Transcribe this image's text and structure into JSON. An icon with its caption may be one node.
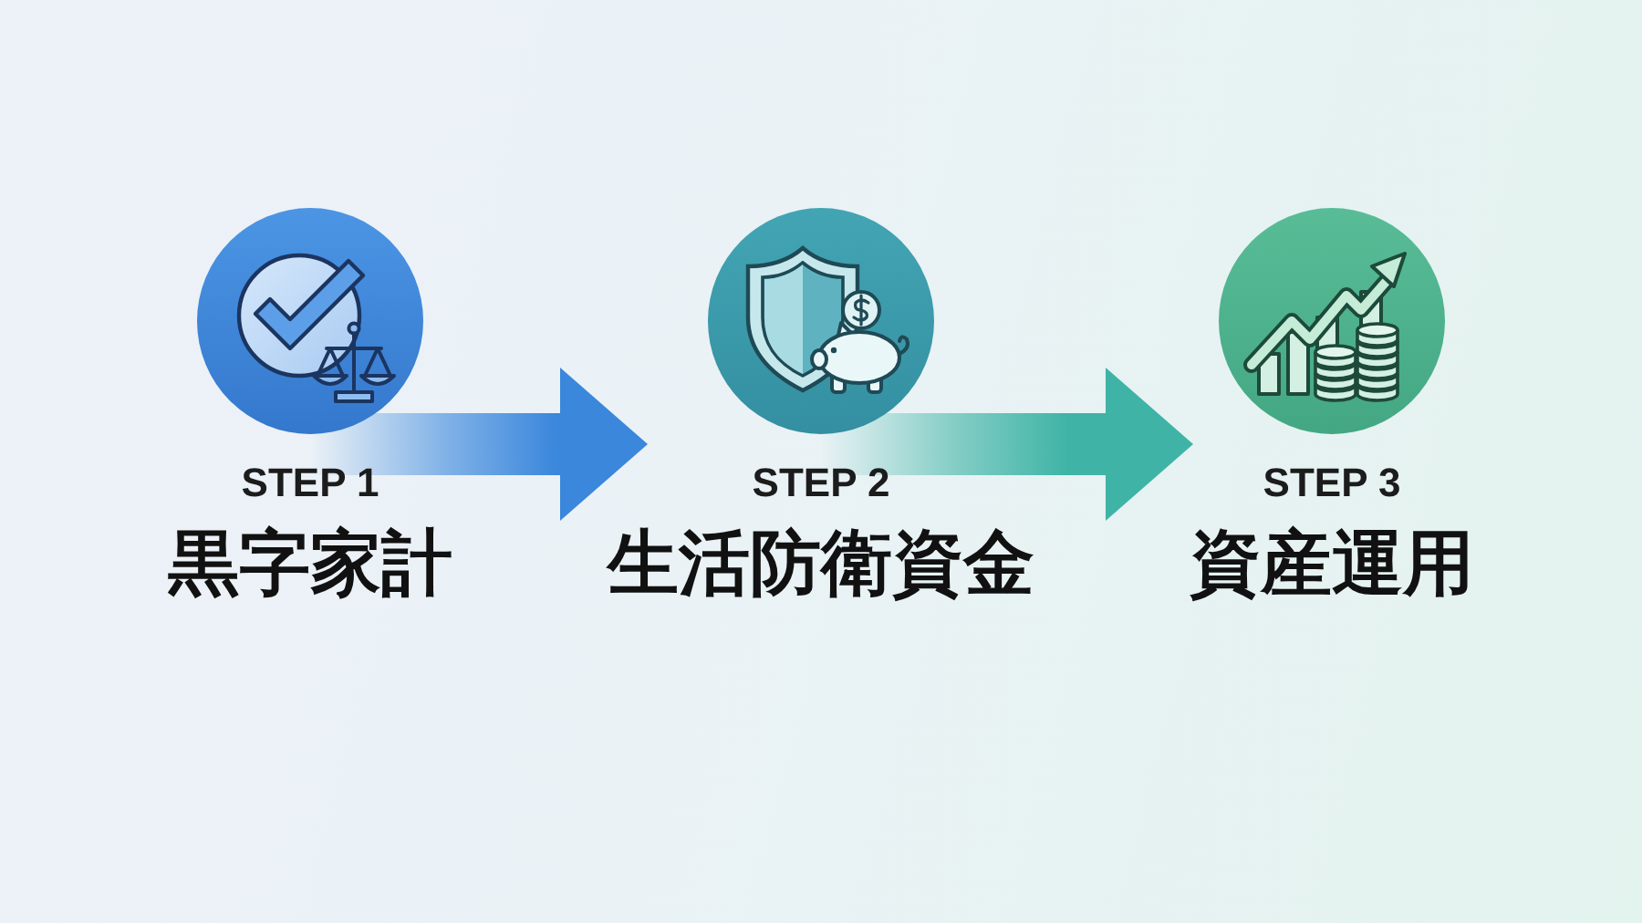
{
  "diagram": {
    "nodes": [
      {
        "text": [
          "STEP 1",
          "黒字家計"
        ]
      },
      {
        "text": [
          "STEP 2",
          "生活防衛資金"
        ]
      },
      {
        "text": [
          "STEP 3",
          "資産運用"
        ]
      }
    ],
    "edges": [
      {
        "from": 0,
        "to": 1,
        "arrow": "to",
        "color": "#3a87dc"
      },
      {
        "from": 1,
        "to": 2,
        "arrow": "to",
        "color": "#3fb4a6"
      }
    ]
  }
}
